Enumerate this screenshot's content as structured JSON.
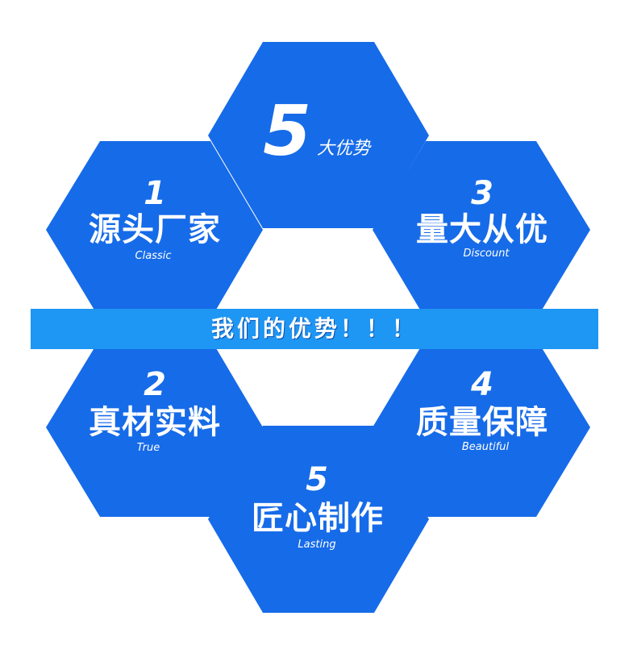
{
  "header": {
    "big_number": "5",
    "label": "大优势"
  },
  "banner": {
    "text": "我们的优势！！！"
  },
  "advantages": [
    {
      "number": "1",
      "title": "源头厂家",
      "subtitle": "Classic"
    },
    {
      "number": "3",
      "title": "量大从优",
      "subtitle": "Discount"
    },
    {
      "number": "2",
      "title": "真材实料",
      "subtitle": "True"
    },
    {
      "number": "4",
      "title": "质量保障",
      "subtitle": "Beautiful"
    },
    {
      "number": "5",
      "title": "匠心制作",
      "subtitle": "Lasting"
    }
  ],
  "colors": {
    "hexagon": "#166be8",
    "banner": "#1e96f3",
    "text": "#ffffff",
    "background": "#ffffff"
  }
}
